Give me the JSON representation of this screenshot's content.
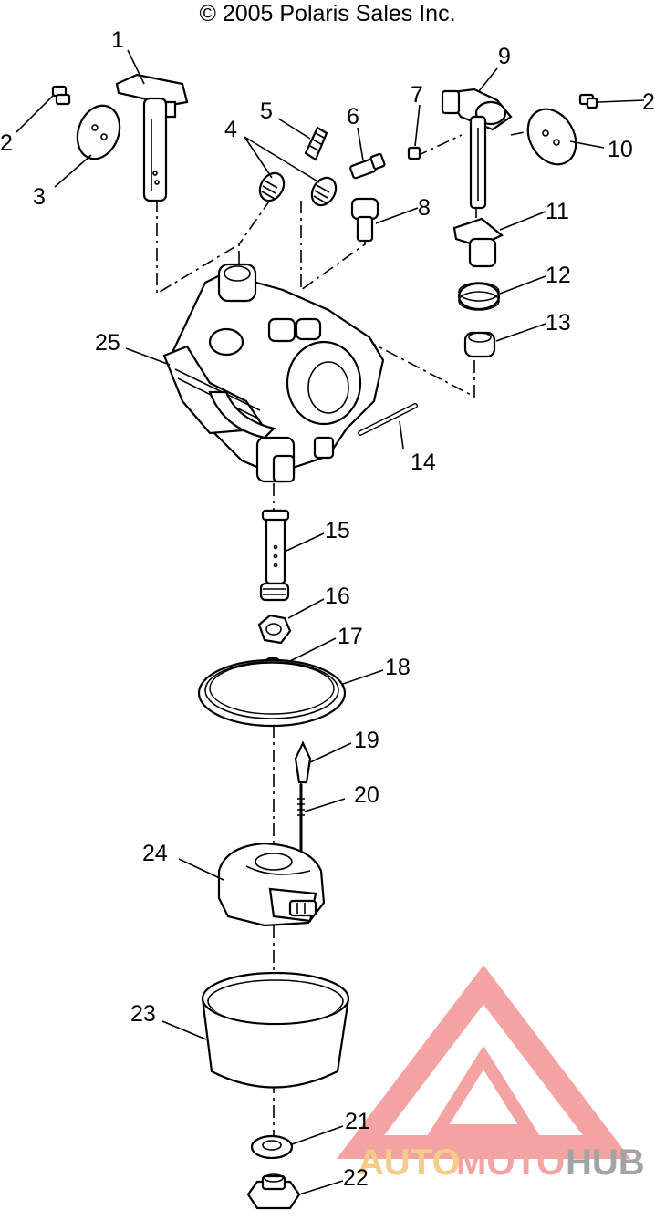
{
  "copyright": "© 2005 Polaris Sales Inc.",
  "callouts": [
    "1",
    "2",
    "2",
    "3",
    "4",
    "5",
    "6",
    "7",
    "8",
    "9",
    "10",
    "11",
    "12",
    "13",
    "14",
    "15",
    "16",
    "17",
    "18",
    "19",
    "20",
    "21",
    "22",
    "23",
    "24",
    "25"
  ],
  "watermark": {
    "part1": "AUTO",
    "part2": "MOTO",
    "part3": "HUB",
    "color_red": "#f39a9a",
    "color_orange": "#f6c77c",
    "color_gray": "#9a9a9a"
  }
}
